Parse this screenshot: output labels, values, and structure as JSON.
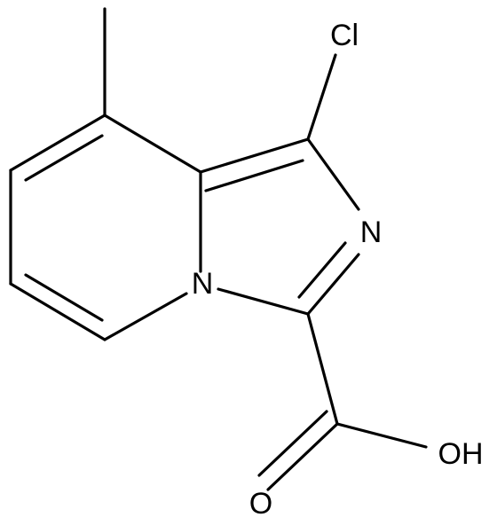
{
  "atoms": {
    "cl": "Cl",
    "n_ring": "N",
    "n_bridge": "N",
    "oh": "OH",
    "o": "O"
  },
  "colors": {
    "stroke": "#000000",
    "background": "#ffffff"
  }
}
